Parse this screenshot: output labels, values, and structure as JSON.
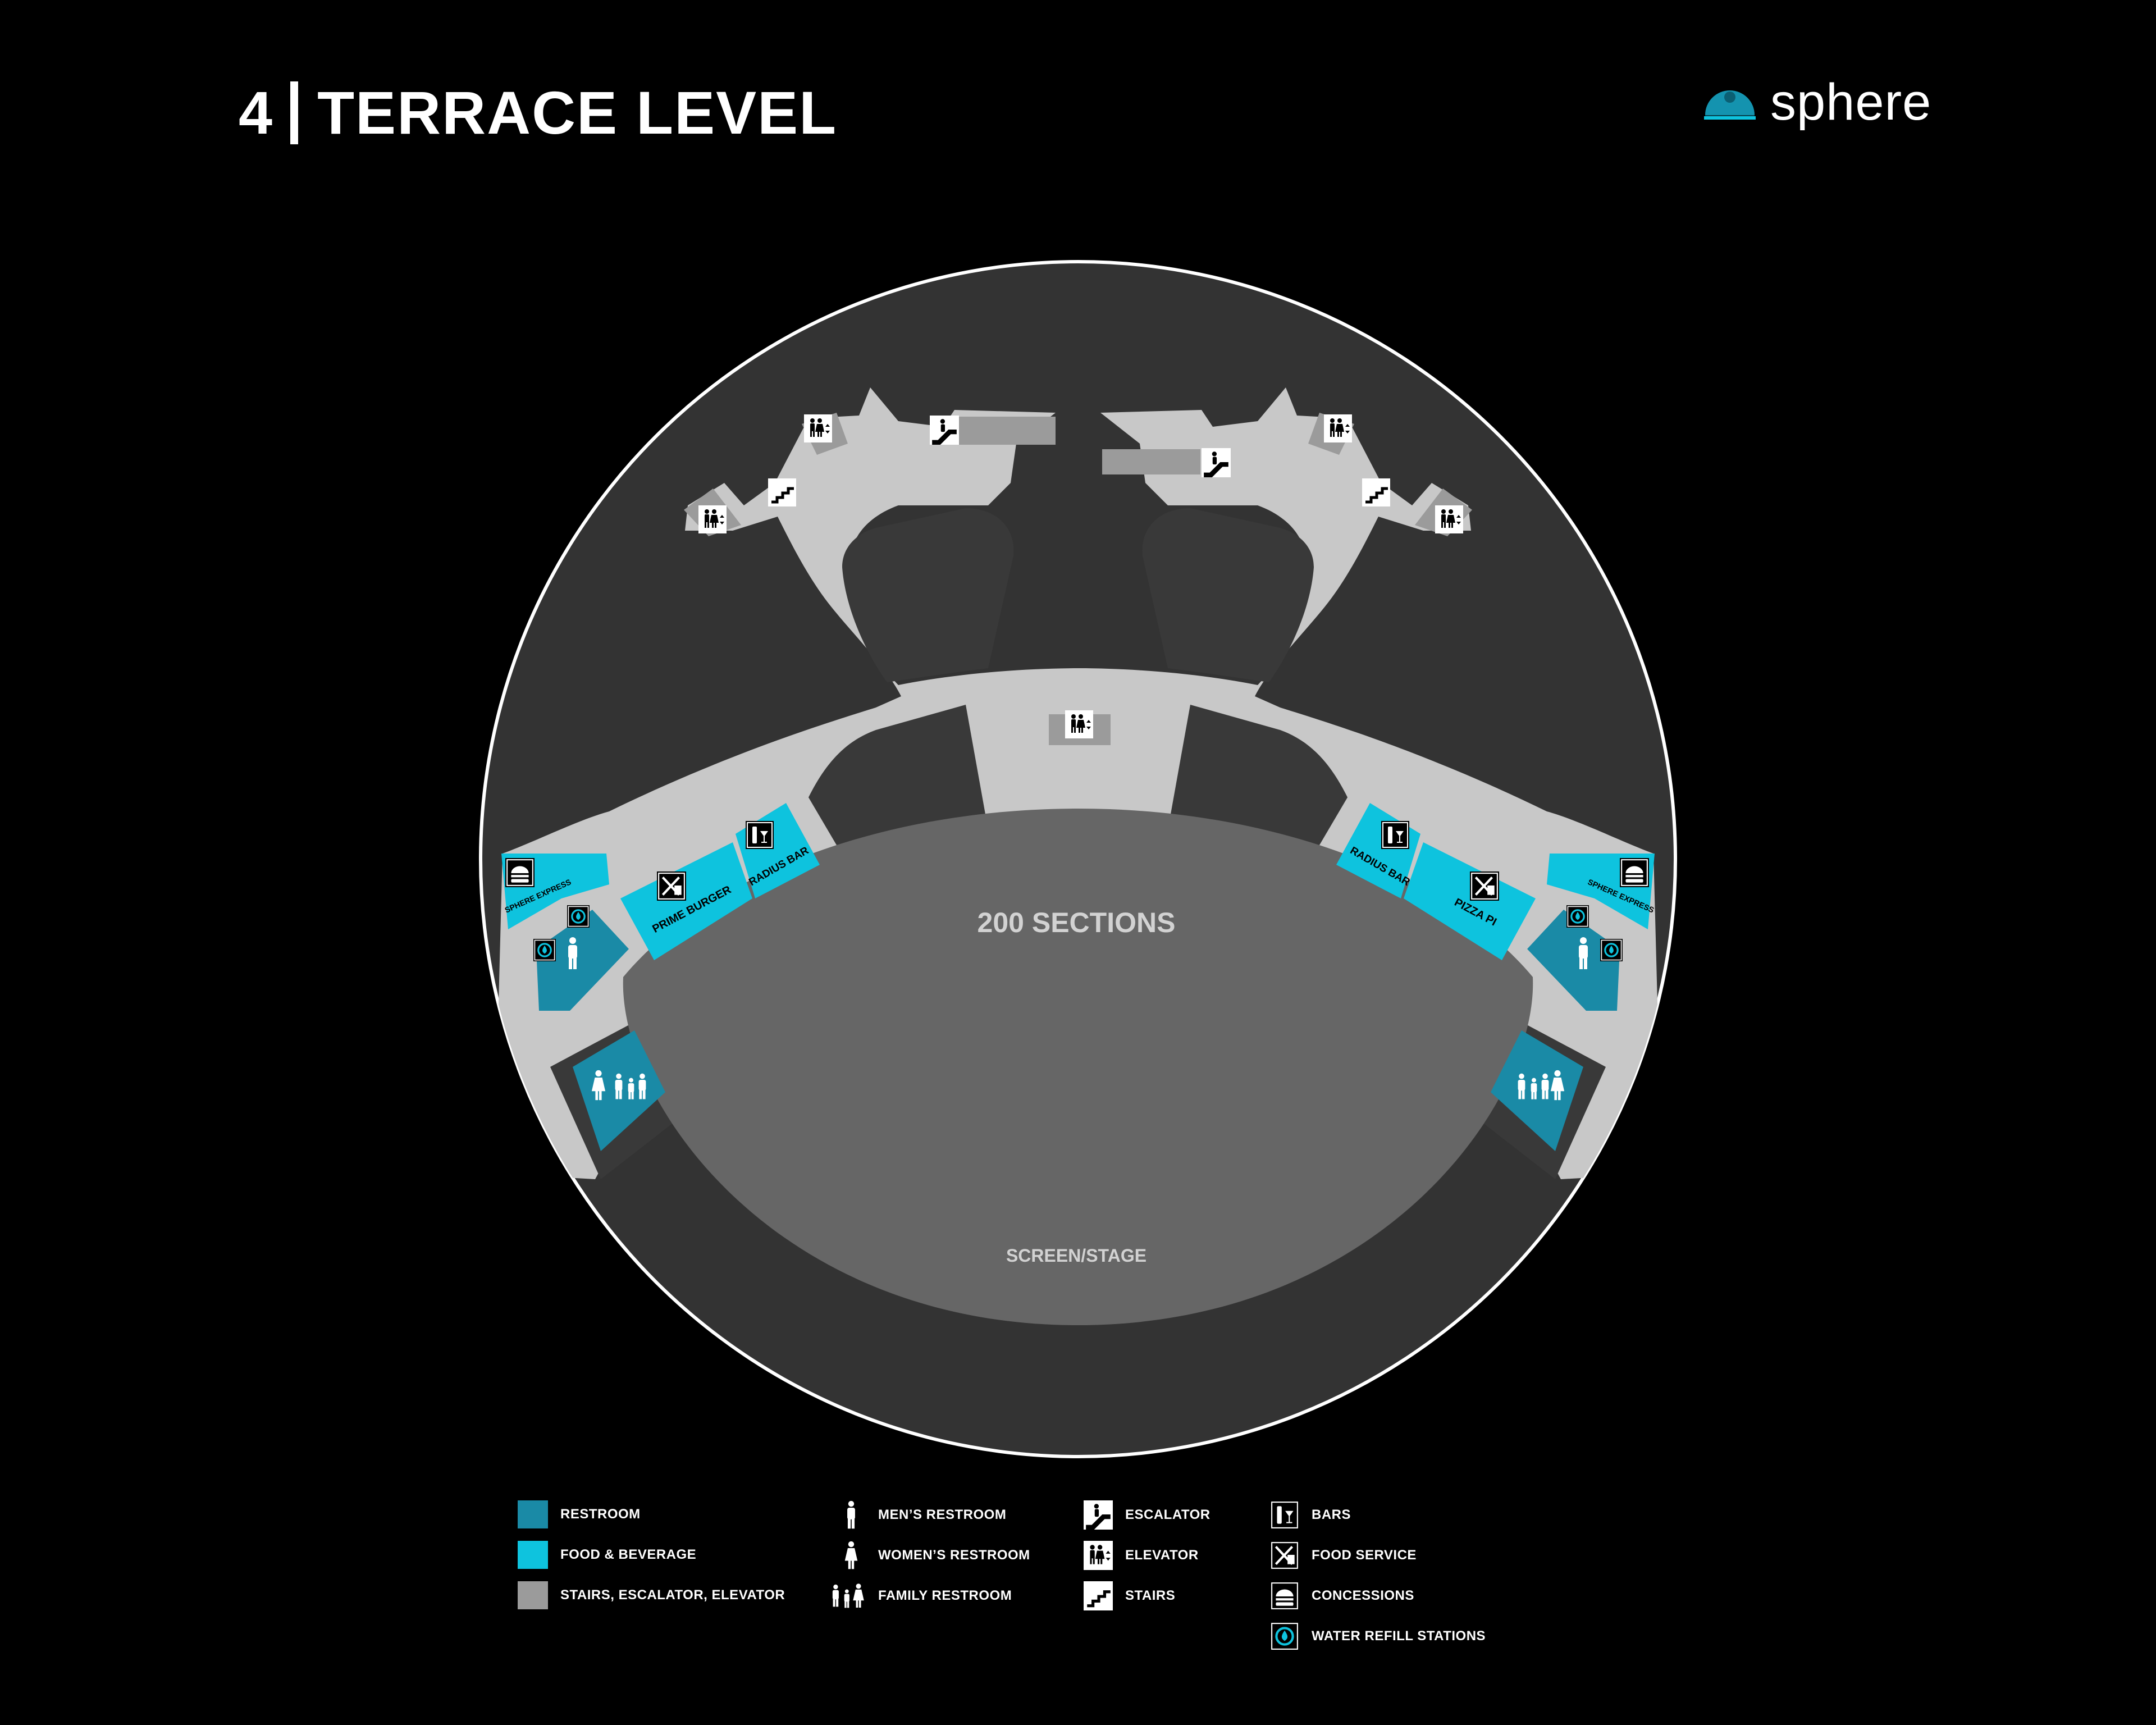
{
  "header": {
    "level_number": "4",
    "level_name": "TERRACE LEVEL"
  },
  "brand": {
    "name": "sphere",
    "logo_icon": "sphere-dome-logo"
  },
  "colors": {
    "background": "#000000",
    "outer_circle": "#333333",
    "concourse": "#c8c8c8",
    "restroom": "#1a8aa6",
    "food_beverage": "#0ec3de",
    "vertical_transport": "#9b9b9b",
    "seating": "#666666",
    "dark_area": "#393939"
  },
  "map": {
    "sections_label": "200 SECTIONS",
    "stage_label": "SCREEN/STAGE",
    "venues": {
      "left_express": "SPHERE EXPRESS",
      "left_burger": "PRIME BURGER",
      "left_bar": "RADIUS BAR",
      "right_bar": "RADIUS BAR",
      "right_pizza": "PIZZA PI",
      "right_express": "SPHERE EXPRESS"
    }
  },
  "legend": {
    "areas": [
      {
        "label": "RESTROOM",
        "color": "#1a8aa6"
      },
      {
        "label": "FOOD & BEVERAGE",
        "color": "#0ec3de"
      },
      {
        "label": "STAIRS, ESCALATOR, ELEVATOR",
        "color": "#9b9b9b"
      }
    ],
    "restrooms": [
      {
        "label": "MEN’S RESTROOM",
        "icon": "mens-restroom-icon"
      },
      {
        "label": "WOMEN’S RESTROOM",
        "icon": "womens-restroom-icon"
      },
      {
        "label": "FAMILY RESTROOM",
        "icon": "family-restroom-icon"
      }
    ],
    "transport": [
      {
        "label": "ESCALATOR",
        "icon": "escalator-icon"
      },
      {
        "label": "ELEVATOR",
        "icon": "elevator-icon"
      },
      {
        "label": "STAIRS",
        "icon": "stairs-icon"
      }
    ],
    "services": [
      {
        "label": "BARS",
        "icon": "bar-icon"
      },
      {
        "label": "FOOD SERVICE",
        "icon": "food-service-icon"
      },
      {
        "label": "CONCESSIONS",
        "icon": "concessions-icon"
      },
      {
        "label": "WATER REFILL STATIONS",
        "icon": "water-refill-icon"
      }
    ]
  }
}
